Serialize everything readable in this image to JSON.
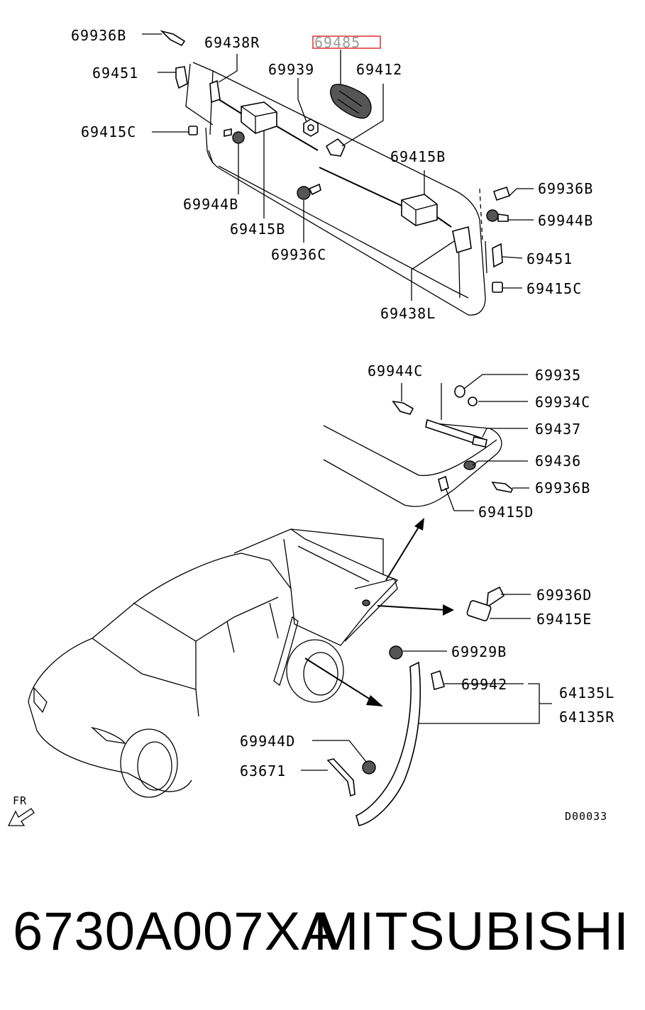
{
  "labels": {
    "l69936B_a": "69936B",
    "l69438R": "69438R",
    "l69485": "69485",
    "l69451_a": "69451",
    "l69939": "69939",
    "l69412": "69412",
    "l69415C_a": "69415C",
    "l69415B_a": "69415B",
    "l69944B_a": "69944B",
    "l69415B_b": "69415B",
    "l69936C": "69936C",
    "l69936B_b": "69936B",
    "l69944B_b": "69944B",
    "l69451_b": "69451",
    "l69415C_b": "69415C",
    "l69438L": "69438L",
    "l69944C": "69944C",
    "l69935": "69935",
    "l69934C": "69934C",
    "l69437": "69437",
    "l69436": "69436",
    "l69936B_c": "69936B",
    "l69415D": "69415D",
    "l69936D": "69936D",
    "l69415E": "69415E",
    "l69929B": "69929B",
    "l69942": "69942",
    "l64135L": "64135L",
    "l64135R": "64135R",
    "l69944D": "69944D",
    "l63671": "63671",
    "fr": "FR",
    "diagram_code": "D00033"
  },
  "highlighted_part": "69485",
  "highlight_color": "#e03030",
  "footer": {
    "part_number": "6730A007XA",
    "brand": "MITSUBISHI"
  }
}
